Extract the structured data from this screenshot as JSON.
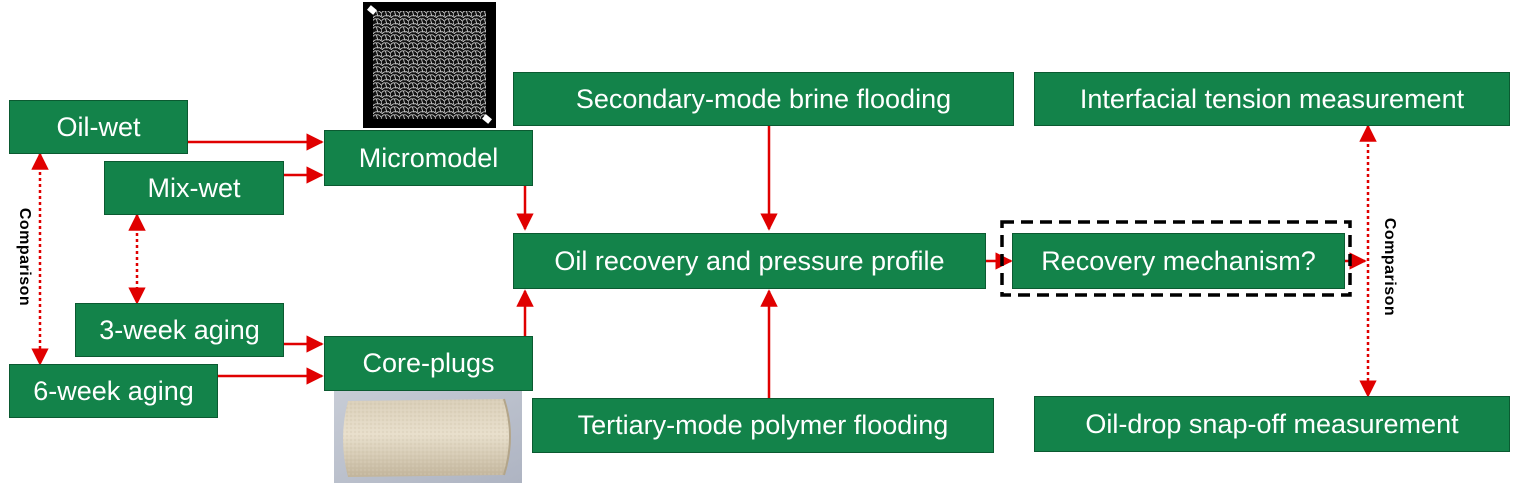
{
  "nodes": {
    "oil_wet": "Oil-wet",
    "mix_wet": "Mix-wet",
    "micromodel": "Micromodel",
    "three_week": "3-week aging",
    "six_week": "6-week aging",
    "core_plugs": "Core-plugs",
    "secondary": "Secondary-mode brine flooding",
    "oil_recovery": "Oil recovery and pressure profile",
    "tertiary": "Tertiary-mode polymer flooding",
    "recovery_mechanism": "Recovery mechanism?",
    "ift": "Interfacial tension measurement",
    "snapoff": "Oil-drop snap-off measurement"
  },
  "labels": {
    "comparison_left": "Comparison",
    "comparison_right": "Comparison"
  },
  "colors": {
    "node_fill": "#13834a",
    "arrow": "#e00000",
    "highlight_border": "#000000"
  }
}
